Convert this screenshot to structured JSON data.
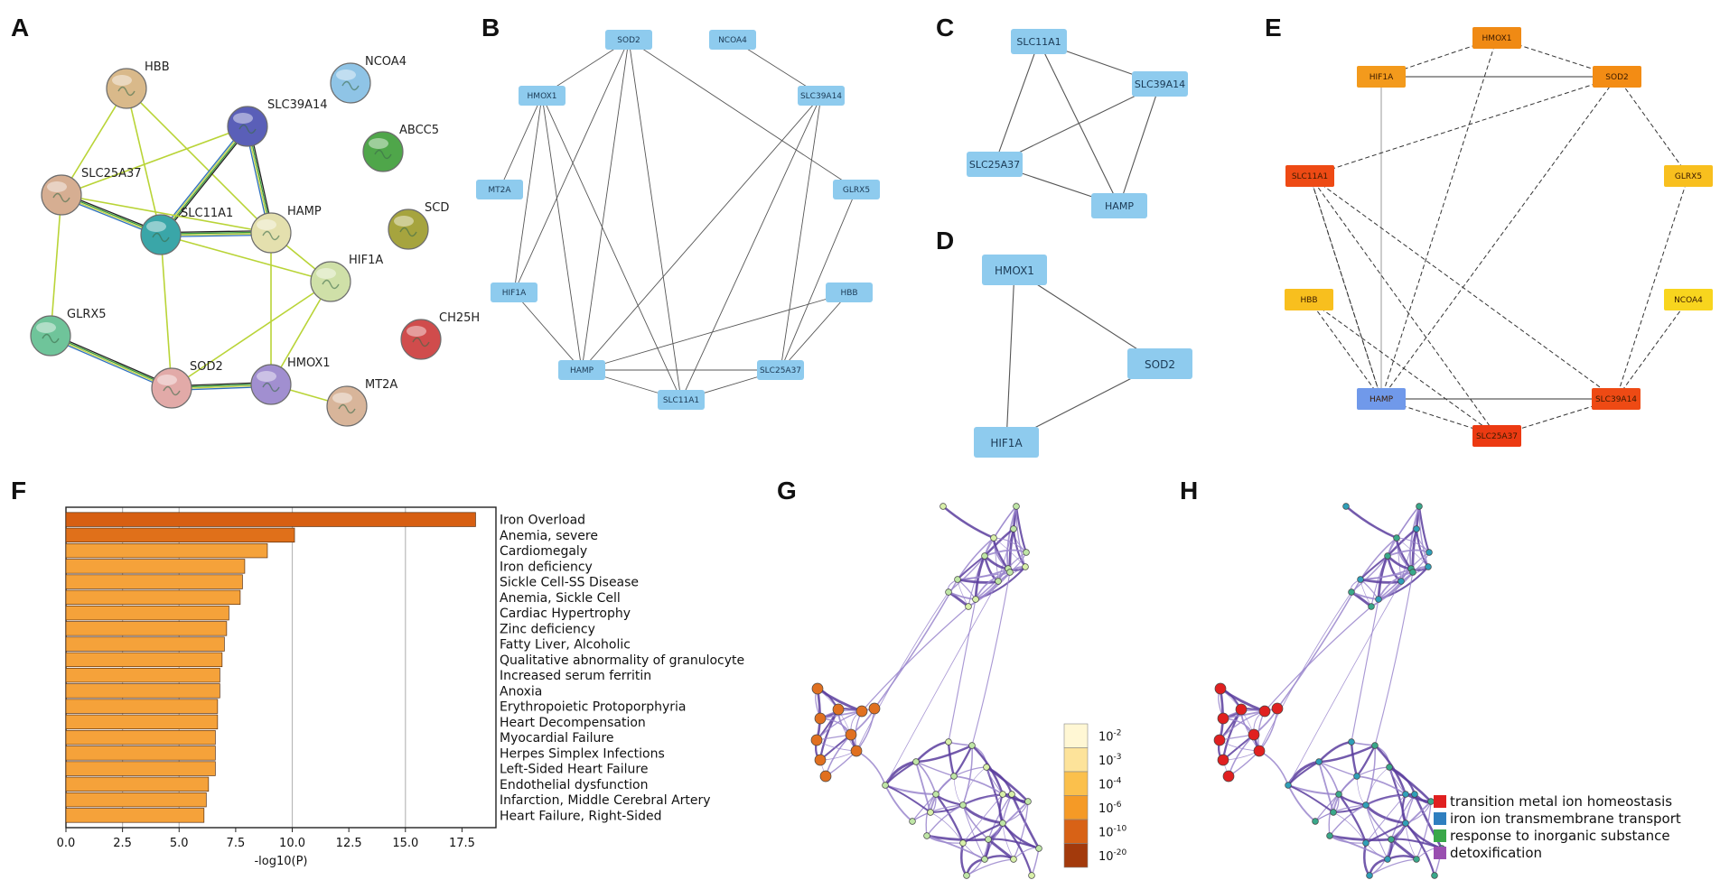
{
  "panels": {
    "A": {
      "label": "A",
      "nodes": [
        {
          "id": "HBB",
          "label": "HBB",
          "color": "#d9b98a"
        },
        {
          "id": "NCOA4",
          "label": "NCOA4",
          "color": "#8fc4e6"
        },
        {
          "id": "SLC39A14",
          "label": "SLC39A14",
          "color": "#5a5fb8"
        },
        {
          "id": "ABCC5",
          "label": "ABCC5",
          "color": "#4fa64a"
        },
        {
          "id": "SLC25A37",
          "label": "SLC25A37",
          "color": "#d6ae92"
        },
        {
          "id": "HAMP",
          "label": "HAMP",
          "color": "#e4e0ae"
        },
        {
          "id": "SCD",
          "label": "SCD",
          "color": "#a6a43e"
        },
        {
          "id": "SLC11A1",
          "label": "SLC11A1",
          "color": "#3aa6a8"
        },
        {
          "id": "HIF1A",
          "label": "HIF1A",
          "color": "#cfe0a8"
        },
        {
          "id": "CH25H",
          "label": "CH25H",
          "color": "#d04c4c"
        },
        {
          "id": "GLRX5",
          "label": "GLRX5",
          "color": "#6fc49a"
        },
        {
          "id": "SOD2",
          "label": "SOD2",
          "color": "#e2aaa8"
        },
        {
          "id": "HMOX1",
          "label": "HMOX1",
          "color": "#a18fd0"
        },
        {
          "id": "MT2A",
          "label": "MT2A",
          "color": "#d8b59a"
        }
      ],
      "edges": [
        [
          "HBB",
          "SLC25A37"
        ],
        [
          "HBB",
          "SLC11A1"
        ],
        [
          "HBB",
          "HAMP"
        ],
        [
          "SLC39A14",
          "SLC25A37"
        ],
        [
          "SLC39A14",
          "SLC11A1"
        ],
        [
          "SLC39A14",
          "HAMP"
        ],
        [
          "SLC25A37",
          "SLC11A1"
        ],
        [
          "SLC25A37",
          "HAMP"
        ],
        [
          "SLC25A37",
          "GLRX5"
        ],
        [
          "SLC11A1",
          "HAMP"
        ],
        [
          "SLC11A1",
          "HIF1A"
        ],
        [
          "SLC11A1",
          "SOD2"
        ],
        [
          "HAMP",
          "HIF1A"
        ],
        [
          "HAMP",
          "HMOX1"
        ],
        [
          "HIF1A",
          "SOD2"
        ],
        [
          "HIF1A",
          "HMOX1"
        ],
        [
          "GLRX5",
          "SOD2"
        ],
        [
          "SOD2",
          "HMOX1"
        ],
        [
          "HMOX1",
          "MT2A"
        ]
      ]
    },
    "B": {
      "label": "B",
      "nodes": [
        "SOD2",
        "NCOA4",
        "HMOX1",
        "SLC39A14",
        "MT2A",
        "GLRX5",
        "HIF1A",
        "HBB",
        "HAMP",
        "SLC25A37",
        "SLC11A1"
      ],
      "edges": [
        [
          "SOD2",
          "HMOX1"
        ],
        [
          "SOD2",
          "HIF1A"
        ],
        [
          "SOD2",
          "HAMP"
        ],
        [
          "SOD2",
          "SLC11A1"
        ],
        [
          "SOD2",
          "GLRX5"
        ],
        [
          "NCOA4",
          "SLC39A14"
        ],
        [
          "HMOX1",
          "HIF1A"
        ],
        [
          "HMOX1",
          "HAMP"
        ],
        [
          "HMOX1",
          "MT2A"
        ],
        [
          "HMOX1",
          "SLC11A1"
        ],
        [
          "SLC39A14",
          "HAMP"
        ],
        [
          "SLC39A14",
          "SLC11A1"
        ],
        [
          "SLC39A14",
          "SLC25A37"
        ],
        [
          "GLRX5",
          "SLC25A37"
        ],
        [
          "HIF1A",
          "HAMP"
        ],
        [
          "HBB",
          "HAMP"
        ],
        [
          "HBB",
          "SLC25A37"
        ],
        [
          "HAMP",
          "SLC25A37"
        ],
        [
          "HAMP",
          "SLC11A1"
        ],
        [
          "SLC11A1",
          "SLC25A37"
        ]
      ]
    },
    "C": {
      "label": "C",
      "nodes": [
        "SLC11A1",
        "SLC39A14",
        "SLC25A37",
        "HAMP"
      ],
      "edges": [
        [
          "SLC11A1",
          "SLC25A37"
        ],
        [
          "SLC11A1",
          "HAMP"
        ],
        [
          "SLC11A1",
          "SLC39A14"
        ],
        [
          "SLC39A14",
          "SLC25A37"
        ],
        [
          "SLC39A14",
          "HAMP"
        ],
        [
          "SLC25A37",
          "HAMP"
        ]
      ]
    },
    "D": {
      "label": "D",
      "nodes": [
        "HMOX1",
        "SOD2",
        "HIF1A"
      ],
      "edges": [
        [
          "HMOX1",
          "SOD2"
        ],
        [
          "HMOX1",
          "HIF1A"
        ],
        [
          "SOD2",
          "HIF1A"
        ]
      ]
    },
    "E": {
      "label": "E",
      "nodes": [
        {
          "id": "HMOX1",
          "color": "#f08a14"
        },
        {
          "id": "HIF1A",
          "color": "#f39a1c"
        },
        {
          "id": "SOD2",
          "color": "#f38c14"
        },
        {
          "id": "SLC11A1",
          "color": "#ee4a14"
        },
        {
          "id": "GLRX5",
          "color": "#f8bf1e"
        },
        {
          "id": "HBB",
          "color": "#f8bf1e"
        },
        {
          "id": "NCOA4",
          "color": "#f8d51e"
        },
        {
          "id": "HAMP",
          "color": "#7099ea"
        },
        {
          "id": "SLC39A14",
          "color": "#ee4a14"
        },
        {
          "id": "SLC25A37",
          "color": "#ec3a12"
        }
      ],
      "edges": [
        [
          "HMOX1",
          "HIF1A"
        ],
        [
          "HMOX1",
          "SOD2"
        ],
        [
          "HMOX1",
          "HAMP"
        ],
        [
          "HIF1A",
          "SOD2"
        ],
        [
          "HIF1A",
          "HAMP"
        ],
        [
          "SOD2",
          "SLC11A1"
        ],
        [
          "SOD2",
          "GLRX5"
        ],
        [
          "SLC11A1",
          "HAMP"
        ],
        [
          "SLC11A1",
          "SLC25A37"
        ],
        [
          "SLC11A1",
          "SLC39A14"
        ],
        [
          "GLRX5",
          "SLC39A14"
        ],
        [
          "HBB",
          "HAMP"
        ],
        [
          "HBB",
          "SLC25A37"
        ],
        [
          "NCOA4",
          "SLC39A14"
        ],
        [
          "HAMP",
          "SLC39A14"
        ],
        [
          "HAMP",
          "SLC25A37"
        ],
        [
          "SLC39A14",
          "SLC25A37"
        ],
        [
          "HAMP",
          "SLC11A1"
        ],
        [
          "HAMP",
          "SOD2"
        ]
      ]
    }
  },
  "F": {
    "label": "F",
    "chart_data": {
      "type": "bar",
      "orientation": "horizontal",
      "xlabel": "-log10(P)",
      "xlim": [
        0,
        19
      ],
      "xticks": [
        "0.0",
        "2.5",
        "5.0",
        "7.5",
        "10.0",
        "12.5",
        "15.0",
        "17.5"
      ],
      "grid": "vertical",
      "categories": [
        "Iron Overload",
        "Anemia, severe",
        "Cardiomegaly",
        "Iron deficiency",
        "Sickle Cell-SS Disease",
        "Anemia, Sickle Cell",
        "Cardiac Hypertrophy",
        "Zinc deficiency",
        "Fatty Liver, Alcoholic",
        "Qualitative abnormality of granulocyte",
        "Increased serum ferritin",
        "Anoxia",
        "Erythropoietic Protoporphyria",
        "Heart Decompensation",
        "Myocardial Failure",
        "Herpes Simplex Infections",
        "Left-Sided Heart Failure",
        "Endothelial dysfunction",
        "Infarction, Middle Cerebral Artery",
        "Heart Failure, Right-Sided"
      ],
      "values": [
        18.1,
        10.1,
        8.9,
        7.9,
        7.8,
        7.7,
        7.2,
        7.1,
        7.0,
        6.9,
        6.8,
        6.8,
        6.7,
        6.7,
        6.6,
        6.6,
        6.6,
        6.3,
        6.2,
        6.1
      ],
      "colors": {
        "top": "#d75f12",
        "second": "#e0701a",
        "rest": "#f5a23a",
        "edge": "#5a3010"
      }
    }
  },
  "G": {
    "label": "G",
    "scale_labels": [
      {
        "base": "10",
        "exp": "-2",
        "color": "#fff7d4"
      },
      {
        "base": "10",
        "exp": "-3",
        "color": "#fde39a"
      },
      {
        "base": "10",
        "exp": "-4",
        "color": "#fbc04c"
      },
      {
        "base": "10",
        "exp": "-6",
        "color": "#f59a26"
      },
      {
        "base": "10",
        "exp": "-10",
        "color": "#d86216"
      },
      {
        "base": "10",
        "exp": "-20",
        "color": "#a33a0c"
      }
    ]
  },
  "H": {
    "label": "H",
    "legend": [
      {
        "label": "transition metal ion homeostasis",
        "color": "#e02020"
      },
      {
        "label": "iron ion transmembrane transport",
        "color": "#2f7fbf"
      },
      {
        "label": "response to inorganic substance",
        "color": "#3aa84a"
      },
      {
        "label": "detoxification",
        "color": "#9a4fb0"
      }
    ]
  }
}
